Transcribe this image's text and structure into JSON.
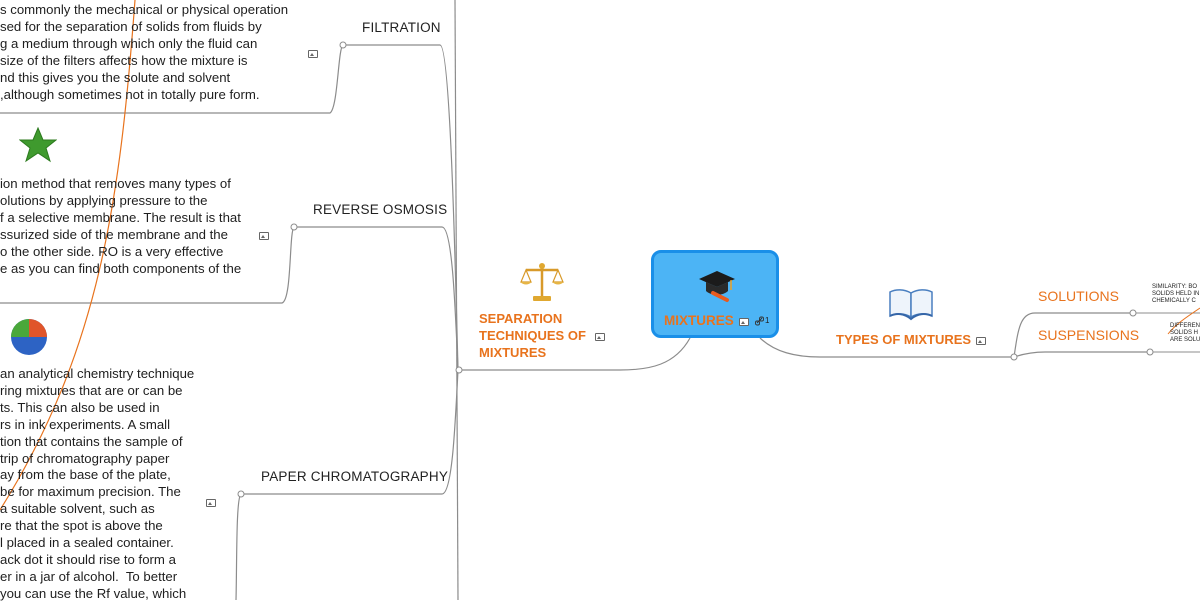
{
  "central": {
    "label": "MIXTURES",
    "link_count": "1"
  },
  "separation": {
    "title": "SEPARATION\nTECHNIQUES OF\nMIXTURES",
    "techniques": [
      {
        "name": "FILTRATION",
        "text": "s commonly the mechanical or physical operation\nsed for the separation of solids from fluids by\ng a medium through which only the fluid can\nsize of the filters affects how the mixture is\nnd this gives you the solute and solvent\n,although sometimes not in totally pure form."
      },
      {
        "name": "REVERSE OSMOSIS",
        "text": "ion method that removes many types of\nolutions by applying pressure to the\nf a selective membrane. The result is that\nssurized side of the membrane and the\no the other side. RO is a very effective\ne as you can find both components of the"
      },
      {
        "name": "PAPER CHROMATOGRAPHY",
        "text": "an analytical chemistry technique\nring mixtures that are or can be\nts. This can also be used in\nrs in ink experiments. A small\ntion that contains the sample of\ntrip of chromatography paper\nay from the base of the plate,\nbe for maximum precision. The\na suitable solvent, such as\nre that the spot is above the\nl placed in a sealed container.\nack dot it should rise to form a\ner in a jar of alcohol.  To better\nyou can use the Rf value, which"
      }
    ]
  },
  "types": {
    "title": "TYPES OF MIXTURES",
    "items": [
      {
        "name": "SOLUTIONS",
        "note": "SIMILARITY: BO\nSOLIDS HELD IN\nCHEMICALLY C"
      },
      {
        "name": "SUSPENSIONS",
        "note": "DIFFEREN\nSOLIDS H\nARE SOLU"
      }
    ]
  },
  "colors": {
    "central_fill": "#4cb4f5",
    "central_border": "#1a8fe8",
    "accent": "#e8731d",
    "line": "#8c8c8c"
  },
  "icons": [
    "graduation-cap-icon",
    "scales-icon",
    "book-icon",
    "star-icon",
    "pie-chart-icon",
    "image-icon",
    "link-icon"
  ]
}
